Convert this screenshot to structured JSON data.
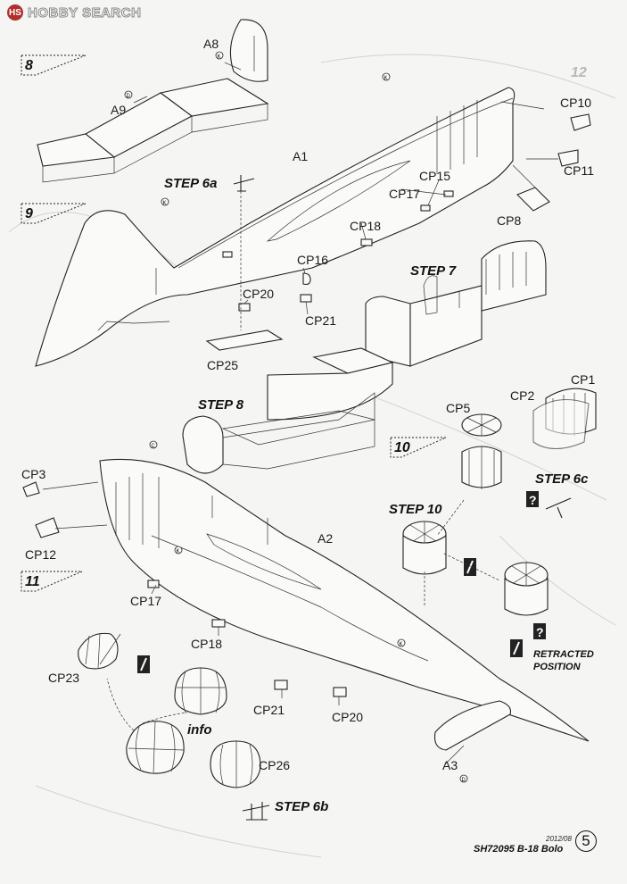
{
  "watermark": {
    "logo_text": "HOBBY SEARCH",
    "logo_mark": "HS"
  },
  "steps": {
    "s8": "8",
    "s9": "9",
    "s10": "10",
    "s11": "11",
    "s12": "12",
    "step6a": "STEP 6a",
    "step6b": "STEP 6b",
    "step6c": "STEP 6c",
    "step7": "STEP 7",
    "step8": "STEP 8",
    "step10": "STEP 10"
  },
  "parts": {
    "A1": "A1",
    "A2": "A2",
    "A3": "A3",
    "A8": "A8",
    "A9": "A9",
    "CP1": "CP1",
    "CP2": "CP2",
    "CP3": "CP3",
    "CP5": "CP5",
    "CP8": "CP8",
    "CP10": "CP10",
    "CP11": "CP11",
    "CP12": "CP12",
    "CP15": "CP15",
    "CP16": "CP16",
    "CP17a": "CP17",
    "CP17b": "CP17",
    "CP18a": "CP18",
    "CP18b": "CP18",
    "CP20a": "CP20",
    "CP20b": "CP20",
    "CP21a": "CP21",
    "CP21b": "CP21",
    "CP23": "CP23",
    "CP25": "CP25",
    "CP26": "CP26"
  },
  "callouts": {
    "K": "K",
    "D": "D",
    "C": "C",
    "info": "info",
    "retracted1": "RETRACTED",
    "retracted2": "POSITION",
    "question": "?"
  },
  "footer": {
    "ref": "SH72095 B-18 Bolo",
    "date": "2012/08",
    "page": "5"
  }
}
